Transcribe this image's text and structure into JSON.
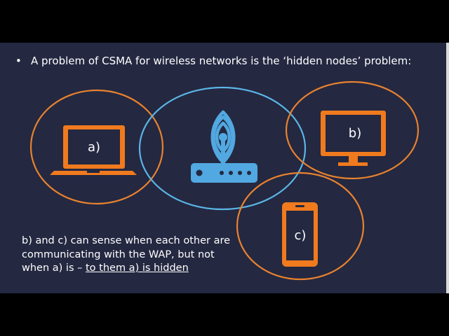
{
  "slide": {
    "bullet_marker": "•",
    "bullet_text": "A problem of CSMA for wireless networks is the ‘hidden nodes’ problem:",
    "caption_part1": "b) and c) can sense when each other are communicating with the WAP, but not when a) is – ",
    "caption_part2": "to them a) is hidden"
  },
  "nodes": {
    "a_label": "a)",
    "b_label": "b)",
    "c_label": "c)"
  },
  "icons": {
    "node_a": "laptop-icon",
    "node_b": "monitor-icon",
    "node_c": "smartphone-icon",
    "wap": "wireless-router-icon"
  },
  "colors": {
    "slide_background": "#242841",
    "range_circle_nodes": "#e8822f",
    "range_circle_wap": "#5bb5e6",
    "device_orange": "#f07a1e",
    "router_blue": "#52a8e0",
    "text": "#ffffff"
  }
}
